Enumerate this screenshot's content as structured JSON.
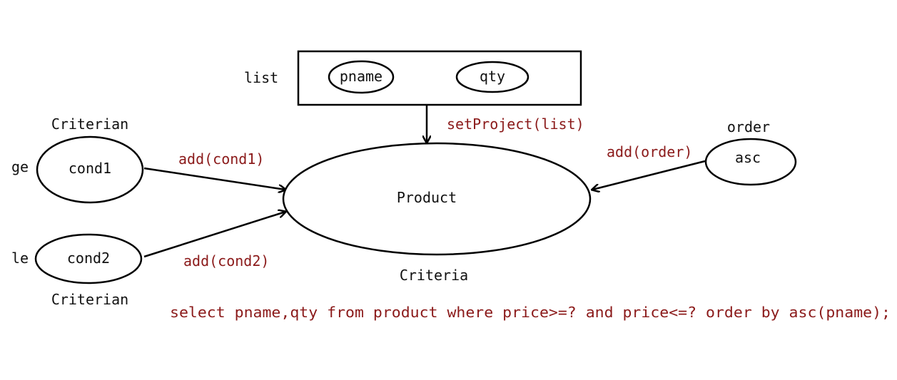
{
  "list_label": "list",
  "projection_items": [
    "pname",
    "qty"
  ],
  "set_project_label": "setProject(list)",
  "criterion_top": {
    "caption": "Criterian",
    "operator": "ge",
    "node": "cond1",
    "edge_label": "add(cond1)"
  },
  "criterion_bottom": {
    "caption": "Criterian",
    "operator": "le",
    "node": "cond2",
    "edge_label": "add(cond2)"
  },
  "main_node": "Product",
  "main_caption": "Criteria",
  "order": {
    "caption": "order",
    "node": "asc",
    "edge_label": "add(order)"
  },
  "sql": "select pname,qty from product where price>=? and price<=? order by asc(pname);",
  "colors": {
    "label_text": "#111111",
    "method_text": "#8b1a1a",
    "stroke": "#000000"
  }
}
